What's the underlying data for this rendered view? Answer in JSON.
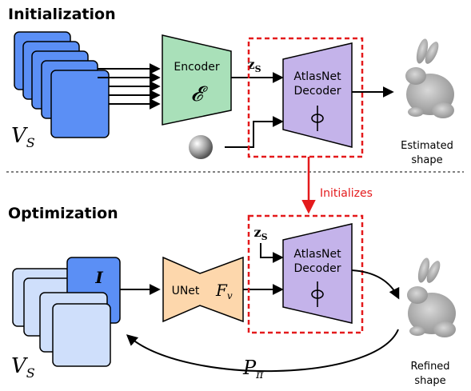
{
  "sections": {
    "top": "Initialization",
    "bottom": "Optimization"
  },
  "top": {
    "views_label": "V",
    "views_sub": "S",
    "encoder_title": "Encoder",
    "encoder_symbol": "𝓔",
    "z_label": "z",
    "z_sub": "S",
    "decoder_line1": "AtlasNet",
    "decoder_line2": "Decoder",
    "output_line1": "Estimated",
    "output_line2": "shape"
  },
  "link_label": "Initializes",
  "bottom": {
    "image_label": "I",
    "views_label": "V",
    "views_sub": "S",
    "unet_title": "UNet",
    "unet_symbol": "F",
    "unet_sub": "v",
    "z_label": "z",
    "z_sub": "S",
    "decoder_line1": "AtlasNet",
    "decoder_line2": "Decoder",
    "output_line1": "Refined",
    "output_line2": "shape",
    "proj_label": "P",
    "proj_sub": "π"
  },
  "colors": {
    "views_dark": "#5b8ff5",
    "views_light": "#cfdffb",
    "encoder": "#a9e0b9",
    "decoder": "#c4b3ea",
    "unet": "#fdd7ac",
    "highlight": "#e41a1c"
  }
}
